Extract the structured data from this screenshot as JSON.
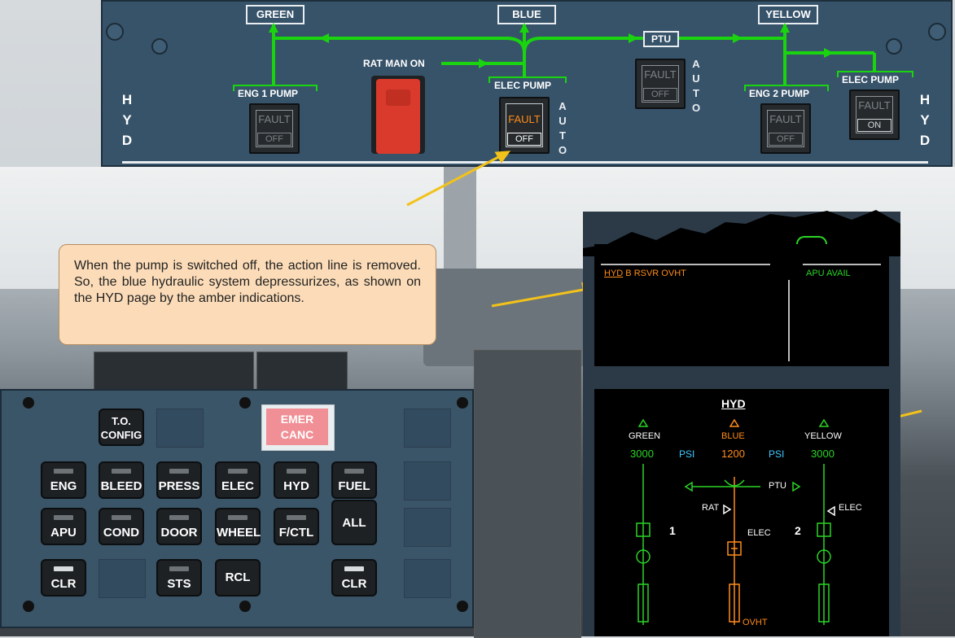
{
  "overhead": {
    "sources": {
      "green": "GREEN",
      "blue": "BLUE",
      "yellow": "YELLOW"
    },
    "ptu_label": "PTU",
    "rat_label": "RAT MAN ON",
    "eng1_pump_label": "ENG  1 PUMP",
    "elec_pump_label": "ELEC PUMP",
    "eng2_pump_label": "ENG  2 PUMP",
    "elec_pump2_label": "ELEC PUMP",
    "auto_letters": [
      "A",
      "U",
      "T",
      "O"
    ],
    "hyd_letters": [
      "H",
      "Y",
      "D"
    ],
    "buttons": {
      "eng1": {
        "fault": "FAULT",
        "state": "OFF"
      },
      "elec_blue": {
        "fault": "FAULT",
        "state": "OFF"
      },
      "ptu": {
        "fault": "FAULT",
        "state": "OFF"
      },
      "eng2": {
        "fault": "FAULT",
        "state": "OFF"
      },
      "elec_yellow": {
        "fault": "FAULT",
        "state": "ON"
      }
    },
    "colors": {
      "line": "#19d40e",
      "fault_amber": "#ff8c1a",
      "rat_red": "#d93a2c"
    }
  },
  "callout": {
    "text": "When the pump is switched off, the action line is removed. So, the blue hydraulic system depressurizes, as shown on the HYD page by the amber indications."
  },
  "ecp": {
    "to_config": {
      "line1": "T.O.",
      "line2": "CONFIG"
    },
    "emer_canc": {
      "line1": "EMER",
      "line2": "CANC"
    },
    "row1": [
      "ENG",
      "BLEED",
      "PRESS",
      "ELEC",
      "HYD",
      "FUEL"
    ],
    "row2": [
      "APU",
      "COND",
      "DOOR",
      "WHEEL",
      "F/CTL",
      "ALL"
    ],
    "row3": {
      "clr_left": "CLR",
      "sts": "STS",
      "rcl": "RCL",
      "clr_right": "CLR"
    }
  },
  "ewd": {
    "hyd_prefix": "HYD",
    "warning": "B RSVR OVHT",
    "memo": "APU AVAIL"
  },
  "sd": {
    "title": "HYD",
    "systems": [
      {
        "name": "GREEN",
        "pressure": "3000"
      },
      {
        "name": "BLUE",
        "pressure": "1200"
      },
      {
        "name": "YELLOW",
        "pressure": "3000"
      }
    ],
    "psi": "PSI",
    "ptu": "PTU",
    "rat": "RAT",
    "elec_left": "ELEC",
    "elec_right": "ELEC",
    "eng1": "1",
    "eng2": "2",
    "ovht": "OVHT"
  }
}
